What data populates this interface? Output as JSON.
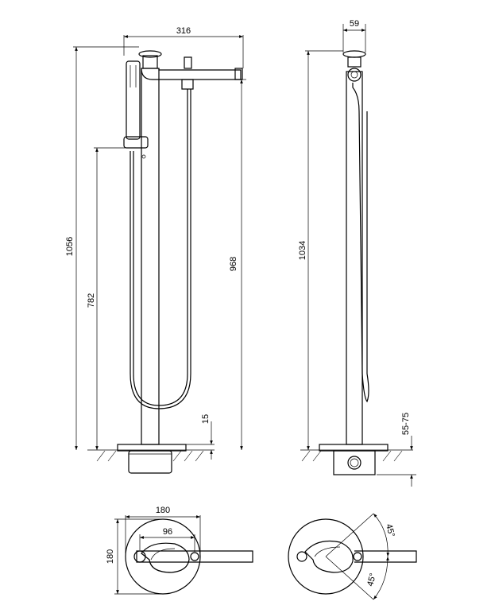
{
  "dimensions": {
    "spout_length": "316",
    "side_depth": "59",
    "total_height_front": "1056",
    "handshower_holder_height": "782",
    "spout_height": "968",
    "side_height": "1034",
    "base_thickness": "15",
    "floor_offset": "55-75",
    "base_diameter": "180",
    "base_height": "180",
    "bolt_spacing": "96",
    "angle_top": "45°",
    "angle_bottom": "45°"
  },
  "colors": {
    "line": "#000000",
    "background": "#ffffff"
  }
}
